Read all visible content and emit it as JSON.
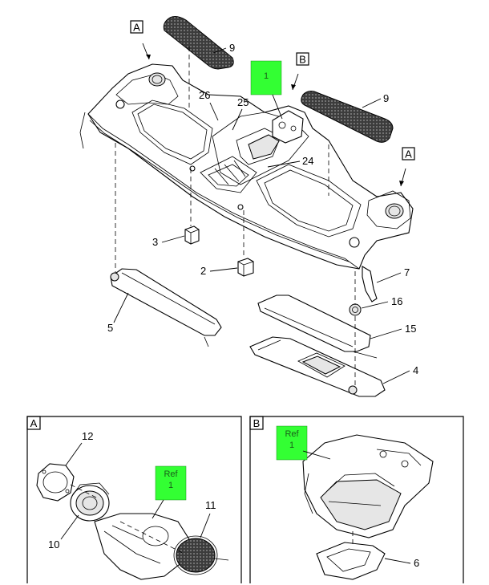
{
  "callouts": {
    "c9a": "9",
    "c9b": "9",
    "c26": "26",
    "c25": "25",
    "c24": "24",
    "c3": "3",
    "c2": "2",
    "c5": "5",
    "c7": "7",
    "c16": "16",
    "c15": "15",
    "c4": "4",
    "c12": "12",
    "c10": "10",
    "c11": "11",
    "c6": "6"
  },
  "view_markers": {
    "a1": "A",
    "a2": "A",
    "b1": "B"
  },
  "ref_tags": {
    "main": "1",
    "detail_a_ref": "Ref",
    "detail_a_num": "1",
    "detail_b_ref": "Ref",
    "detail_b_num": "1"
  },
  "detail_panels": {
    "a_label": "A",
    "b_label": "B"
  },
  "colors": {
    "ref_tag_fill": "#33ff33",
    "line": "#000000",
    "mesh": "#444444"
  }
}
